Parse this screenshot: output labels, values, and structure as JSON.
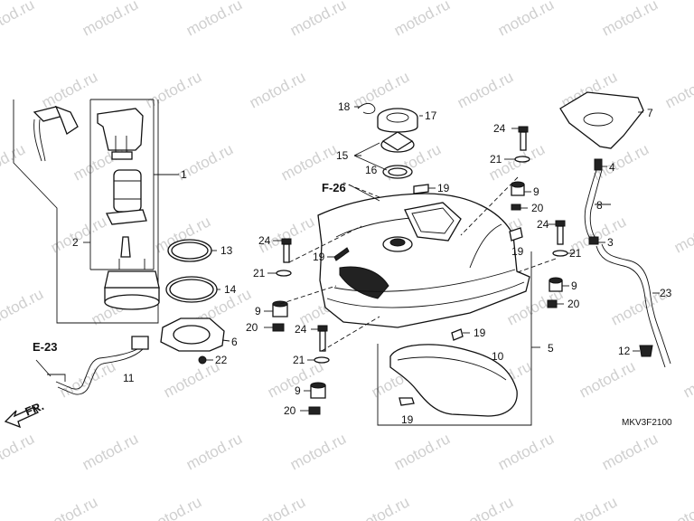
{
  "watermark": "motod.ru",
  "diagram_code": "MKV3F2100",
  "references": [
    {
      "id": "ref-f26",
      "text": "F-26"
    },
    {
      "id": "ref-e23",
      "text": "E-23"
    },
    {
      "id": "ref-fr",
      "text": "FR."
    }
  ],
  "callouts": [
    {
      "n": "1"
    },
    {
      "n": "2"
    },
    {
      "n": "3"
    },
    {
      "n": "4"
    },
    {
      "n": "5"
    },
    {
      "n": "6"
    },
    {
      "n": "7"
    },
    {
      "n": "8"
    },
    {
      "n": "9"
    },
    {
      "n": "10"
    },
    {
      "n": "11"
    },
    {
      "n": "12"
    },
    {
      "n": "13"
    },
    {
      "n": "14"
    },
    {
      "n": "15"
    },
    {
      "n": "16"
    },
    {
      "n": "17"
    },
    {
      "n": "18"
    },
    {
      "n": "19"
    },
    {
      "n": "20"
    },
    {
      "n": "21"
    },
    {
      "n": "22"
    },
    {
      "n": "23"
    },
    {
      "n": "24"
    }
  ]
}
